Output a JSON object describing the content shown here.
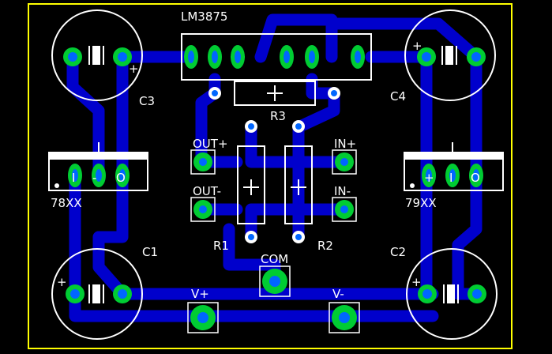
{
  "colors": {
    "background": "#000000",
    "outline": "#ffff00",
    "trace": "#0000cc",
    "silkscreen": "#ffffff",
    "pad": "#00cc33",
    "drill": "#0066ff",
    "white_pad": "#ffffff"
  },
  "labels": {
    "ic": "LM3875",
    "c3": "C3",
    "c4": "C4",
    "c1": "C1",
    "c2": "C2",
    "r1": "R1",
    "r2": "R2",
    "r3": "R3",
    "reg_pos": "78XX",
    "reg_neg": "79XX",
    "out_plus": "OUT+",
    "out_minus": "OUT-",
    "in_plus": "IN+",
    "in_minus": "IN-",
    "com": "COM",
    "v_plus": "V+",
    "v_minus": "V-",
    "pin_plus": "+",
    "reg_pos_pins": [
      "I",
      "-",
      "O"
    ],
    "reg_neg_pins": [
      "+",
      "I",
      "O"
    ]
  }
}
